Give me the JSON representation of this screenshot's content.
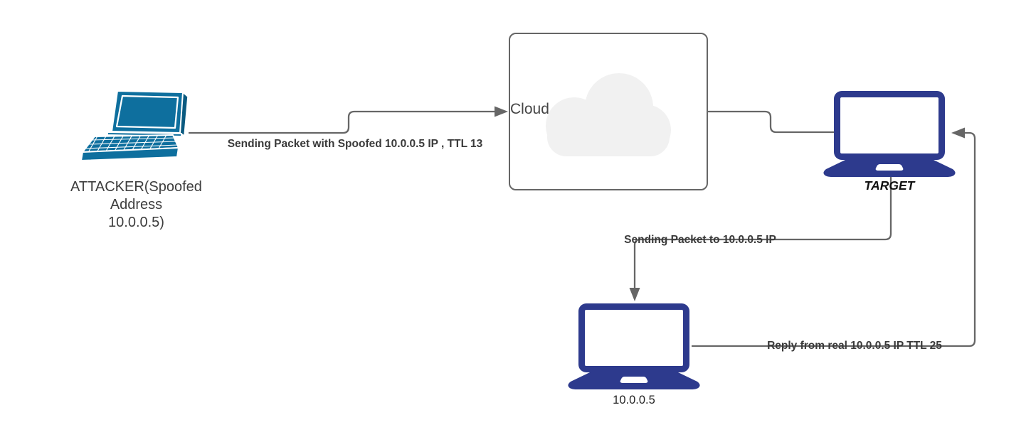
{
  "nodes": {
    "attacker": {
      "caption_lines": [
        "ATTACKER(Spoofed",
        "Address",
        "10.0.0.5)"
      ]
    },
    "cloud": {
      "label": "Cloud"
    },
    "target": {
      "caption": "TARGET"
    },
    "real_host": {
      "caption": "10.0.0.5"
    }
  },
  "edges": {
    "attacker_to_cloud": {
      "label": "Sending Packet with Spoofed 10.0.0.5 IP , TTL 13"
    },
    "cloud_to_target": {
      "label": ""
    },
    "target_to_real_host": {
      "label": "Sending Packet to 10.0.0.5 IP"
    },
    "real_host_to_target": {
      "label": "Reply from real 10.0.0.5 IP TTL 25"
    }
  },
  "colors": {
    "connector": "#666666",
    "edge_label": "#3a3a3a",
    "laptop_navy": "#2d3a8d",
    "laptop_teal": "#0e6f9e",
    "laptop_teal_dark": "#0a5a80",
    "cloud_fill": "#f1f1f1",
    "box_border": "#666666",
    "caption": "#3d3d3d",
    "cloud_label": "#454545",
    "node_label": "#111111"
  }
}
